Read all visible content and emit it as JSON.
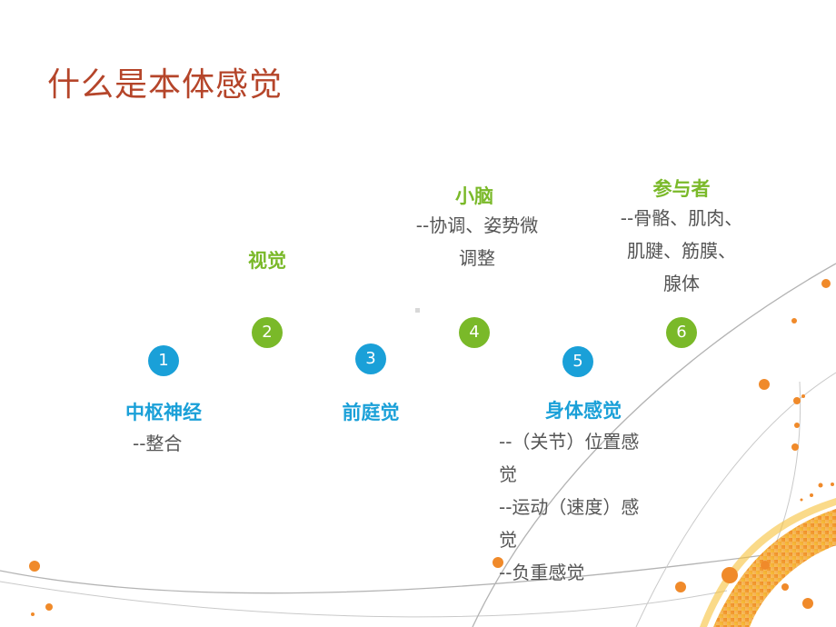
{
  "title": "什么是本体感觉",
  "items": [
    {
      "number": "1",
      "label": "中枢神经",
      "desc": [
        "--整合"
      ]
    },
    {
      "number": "2",
      "label": "视觉",
      "desc": []
    },
    {
      "number": "3",
      "label": "前庭觉",
      "desc": []
    },
    {
      "number": "4",
      "label": "小脑",
      "desc": [
        "--协调、姿势微",
        "调整"
      ]
    },
    {
      "number": "5",
      "label": "身体感觉",
      "desc": [
        "--（关节）位置感",
        "觉",
        "--运动（速度）感",
        "觉",
        "--负重感觉"
      ]
    },
    {
      "number": "6",
      "label": "参与者",
      "desc": [
        "--骨骼、肌肉、",
        "肌腱、筋膜、",
        "腺体"
      ]
    }
  ],
  "colors": {
    "title": "#b5452a",
    "green": "#7ab929",
    "blue": "#1aa0d8",
    "orange": "#f08a2a"
  }
}
